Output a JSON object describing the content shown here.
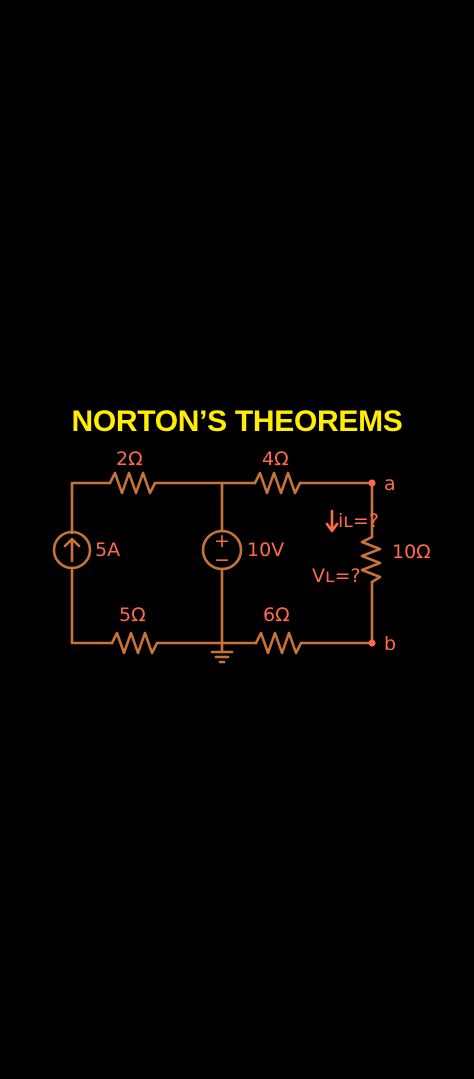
{
  "title": "NORTON’S THEOREMS",
  "colors": {
    "background": "#000000",
    "title": "#ffee00",
    "wire": "#c8733a",
    "label": "#ff6a4a",
    "node_dot": "#ff6a4a"
  },
  "circuit": {
    "resistors": {
      "r2": "2Ω",
      "r4": "4Ω",
      "r5": "5Ω",
      "r6": "6Ω",
      "load": "10Ω"
    },
    "current_source": "5A",
    "voltage_source": "10V",
    "voltage_source_plus": "+",
    "voltage_source_minus": "−",
    "terminal_a": "a",
    "terminal_b": "b",
    "load_current": "iʟ=?",
    "load_voltage": "Vʟ=?"
  }
}
